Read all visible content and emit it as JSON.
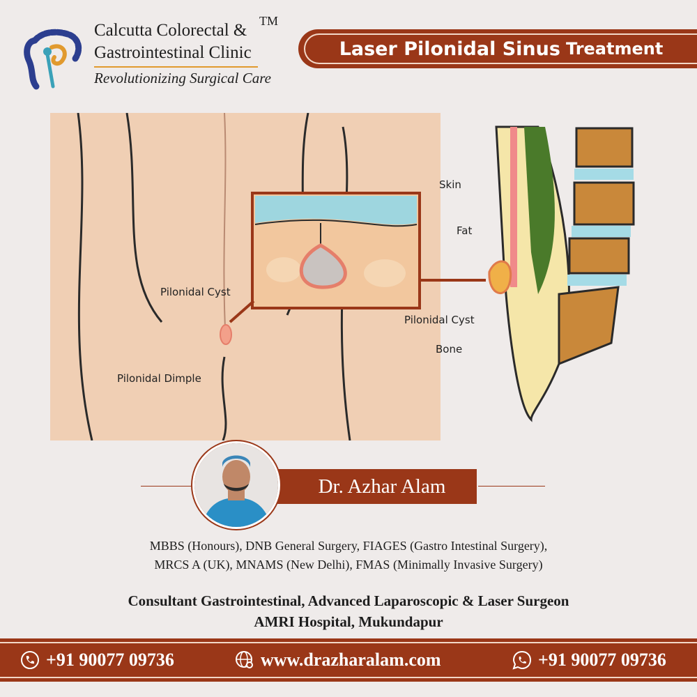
{
  "header": {
    "clinic_line1": "Calcutta Colorectal &",
    "trademark": "TM",
    "clinic_line2": "Gastrointestinal Clinic",
    "tagline": "Revolutionizing Surgical Care",
    "title_main": "Laser Pilonidal Sinus",
    "title_sub": "Treatment"
  },
  "illustration": {
    "label_cyst_left": "Pilonidal Cyst",
    "label_dimple": "Pilonidal Dimple",
    "label_skin": "Skin",
    "label_fat": "Fat",
    "label_cyst_right": "Pilonidal Cyst",
    "label_bone": "Bone"
  },
  "doctor": {
    "name": "Dr. Azhar Alam",
    "quals_line1": "MBBS (Honours), DNB General Surgery, FIAGES (Gastro Intestinal Surgery),",
    "quals_line2": "MRCS A (UK), MNAMS (New Delhi), FMAS (Minimally Invasive Surgery)",
    "role_line1": "Consultant Gastrointestinal, Advanced Laparoscopic & Laser Surgeon",
    "role_line2": "AMRI Hospital, Mukundapur"
  },
  "footer": {
    "phone": "+91 90077 09736",
    "website": "www.drazharalam.com",
    "whatsapp": "+91 90077 09736",
    "icons": [
      "phone-icon",
      "globe-icon",
      "whatsapp-icon"
    ]
  },
  "colors": {
    "brand": "#9a3718",
    "background": "#efebea",
    "accent": "#e19a2e"
  }
}
